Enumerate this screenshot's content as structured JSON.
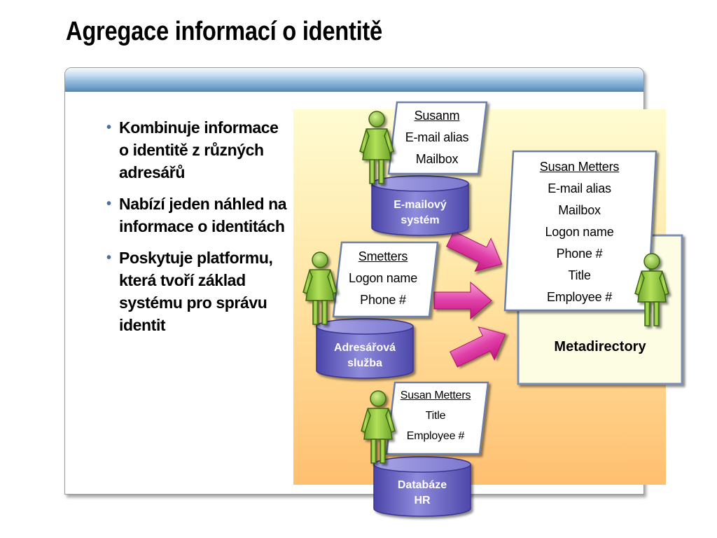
{
  "title": "Agregace informací o identitě",
  "bullets": [
    "Kombinuje informace o identitě z různých adresářů",
    "Nabízí jeden náhled na informace o identitách",
    "Poskytuje platformu, která tvoří základ systému pro správu identit"
  ],
  "sources": [
    {
      "db_lines": [
        "E-mailový",
        "systém"
      ],
      "card_lines": [
        "Susanm",
        "E-mail alias",
        "Mailbox"
      ]
    },
    {
      "db_lines": [
        "Adresářová",
        "služba"
      ],
      "card_lines": [
        "Smetters",
        "Logon name",
        "Phone #"
      ]
    },
    {
      "db_lines": [
        "Databáze",
        "HR"
      ],
      "card_lines": [
        "Susan Metters",
        "Title",
        "Employee #"
      ]
    }
  ],
  "metadirectory": {
    "label": "Metadirectory",
    "card_lines": [
      "Susan Metters",
      "E-mail alias",
      "Mailbox",
      "Logon name",
      "Phone #",
      "Title",
      "Employee #"
    ]
  },
  "colors": {
    "person": "#8cc43c",
    "database": "#6a66c2",
    "arrow": "#dd2f9c",
    "panel_header": "#8fb6da",
    "background_gradient": [
      "#fffccf",
      "#ffbe6e"
    ]
  },
  "icons": [
    "person-icon",
    "database-icon",
    "arrow-icon"
  ]
}
